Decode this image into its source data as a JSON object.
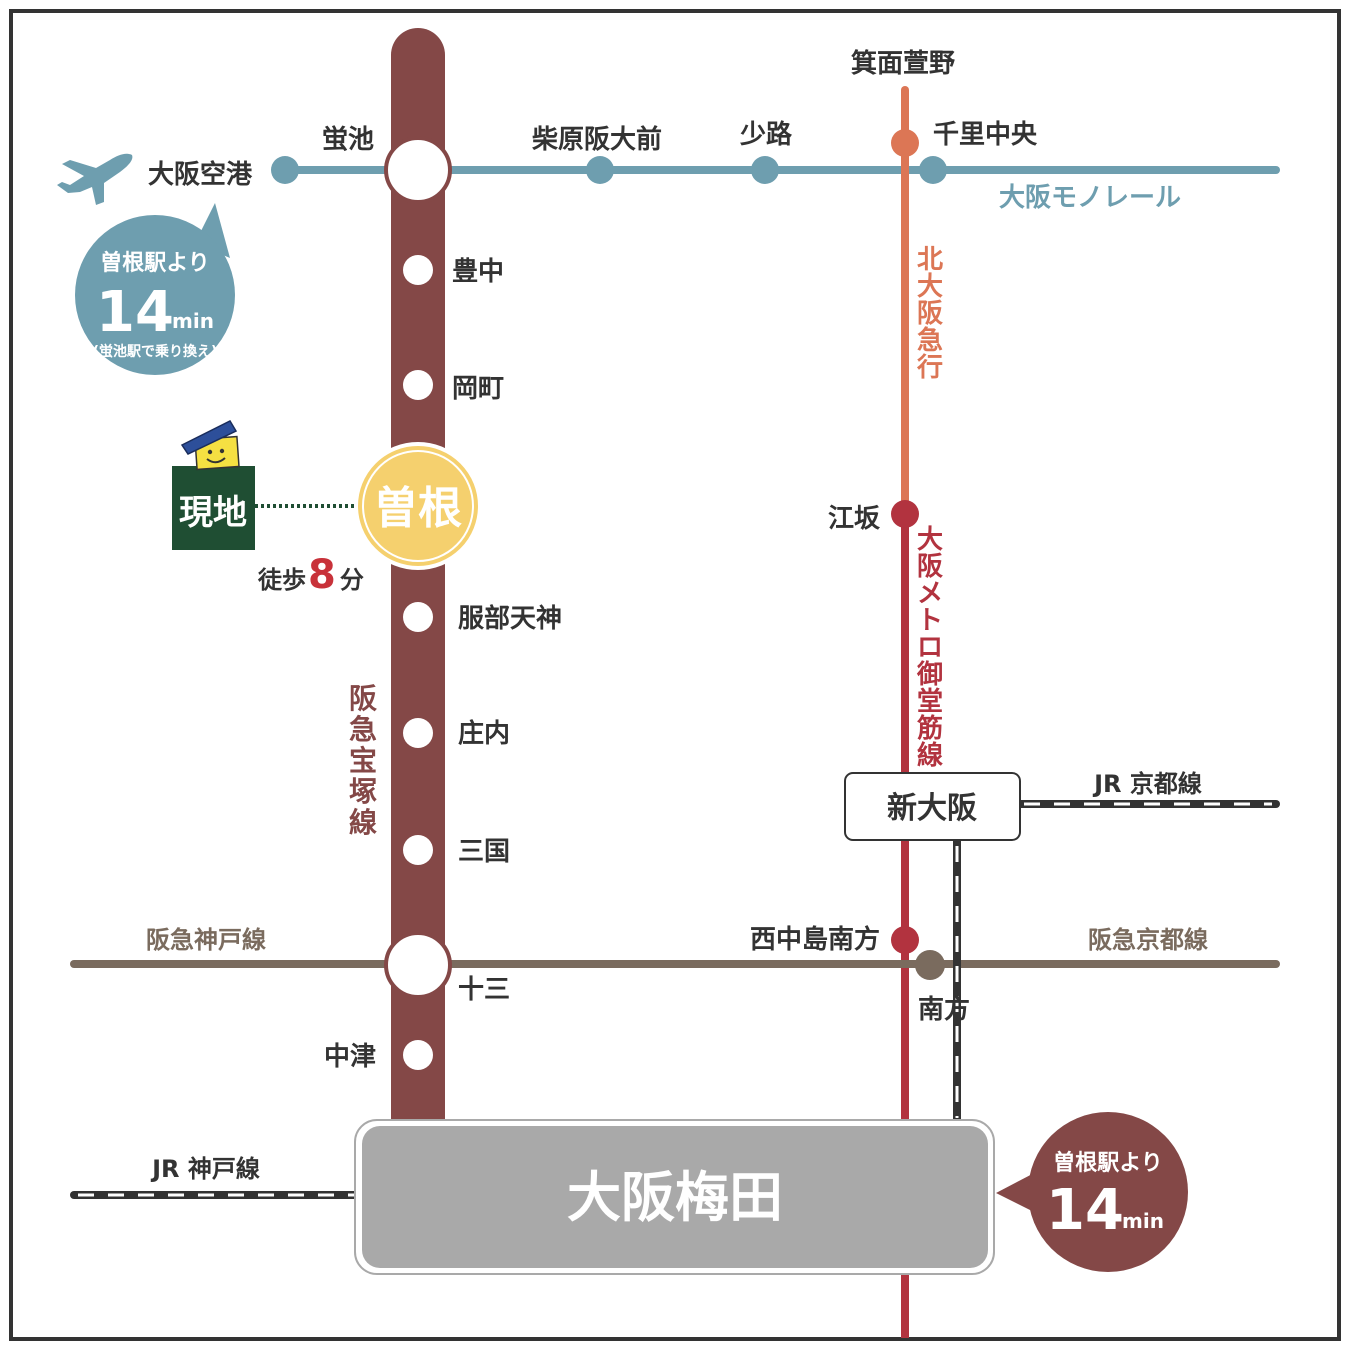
{
  "colors": {
    "hankyu_takarazuka": "#844847",
    "monorail": "#6e9eaf",
    "kita_osaka_kyuko": "#dc7655",
    "midosuji": "#b2333f",
    "hankyu_kobe_kyoto": "#7a6b5e",
    "jr": "#333333",
    "sone_station": "#f5d06e",
    "site_box": "#1f4e33",
    "umeda_box": "#a9a9a9",
    "text_dark": "#333333"
  },
  "lines": {
    "hankyu_takarazuka": "阪急宝塚線",
    "monorail": "大阪モノレール",
    "kita_osaka_kyuko": "北大阪急行",
    "midosuji": "大阪メトロ御堂筋線",
    "hankyu_kobe": "阪急神戸線",
    "hankyu_kyoto": "阪急京都線",
    "jr_kyoto": "JR 京都線",
    "jr_kobe": "JR 神戸線"
  },
  "stations": {
    "hotarugaike": "蛍池",
    "toyonaka": "豊中",
    "okamachi": "岡町",
    "sone": "曽根",
    "hattori_tenjin": "服部天神",
    "shonai": "庄内",
    "mikuni": "三国",
    "juso": "十三",
    "nakatsu": "中津",
    "osaka_airport": "大阪空港",
    "shibahara": "柴原阪大前",
    "shoji": "少路",
    "senri_chuo": "千里中央",
    "minoh_kayano": "箕面萱野",
    "esaka": "江坂",
    "shin_osaka": "新大阪",
    "nishinakajima": "西中島南方",
    "minamikata": "南方",
    "umeda": "大阪梅田"
  },
  "site": {
    "label": "現地",
    "walk_prefix": "徒歩",
    "walk_minutes": "8",
    "walk_unit": "分"
  },
  "bubble_airport": {
    "from": "曽根駅より",
    "minutes": "14",
    "unit": "min",
    "note": "(蛍池駅で乗り換え)"
  },
  "bubble_umeda": {
    "from": "曽根駅より",
    "minutes": "14",
    "unit": "min"
  }
}
